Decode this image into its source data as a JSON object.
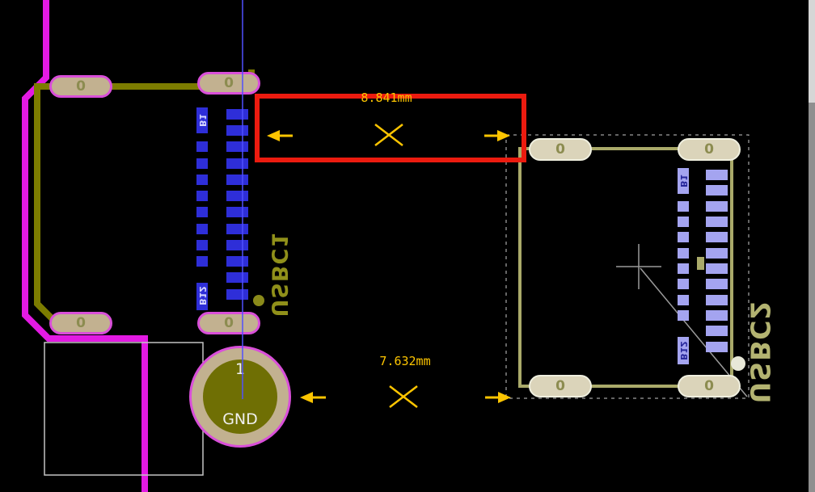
{
  "application": "pcb-editor-canvas",
  "measurements": {
    "horizontal": {
      "value": "8.841mm"
    },
    "vertical": {
      "value": "7.632mm"
    }
  },
  "footprints": {
    "usbc1": {
      "reference": "USBC1",
      "mount_pads": [
        "0",
        "0",
        "0",
        "0"
      ],
      "first_pin": "B1",
      "last_pin": "B12",
      "through_hole": {
        "number": "1",
        "net": "GND"
      }
    },
    "usbc2": {
      "reference": "USBC2",
      "mount_pads": [
        "0",
        "0",
        "0",
        "0"
      ],
      "first_pin": "B1",
      "last_pin": "B12"
    }
  },
  "colors": {
    "background": "#000000",
    "trace_magenta": "#e31ae3",
    "trace_olive": "#7c7c00",
    "pad_tan": "#c2b190",
    "pad_pink_outline": "#d94fd9",
    "smd_pad_blue": "#2e2ed8",
    "smd_pad_lavender": "#a4a4f0",
    "annotation_yellow": "#fdc500",
    "highlight_red": "#ec1b0f",
    "courtyard_khaki": "#aaaa6a"
  }
}
